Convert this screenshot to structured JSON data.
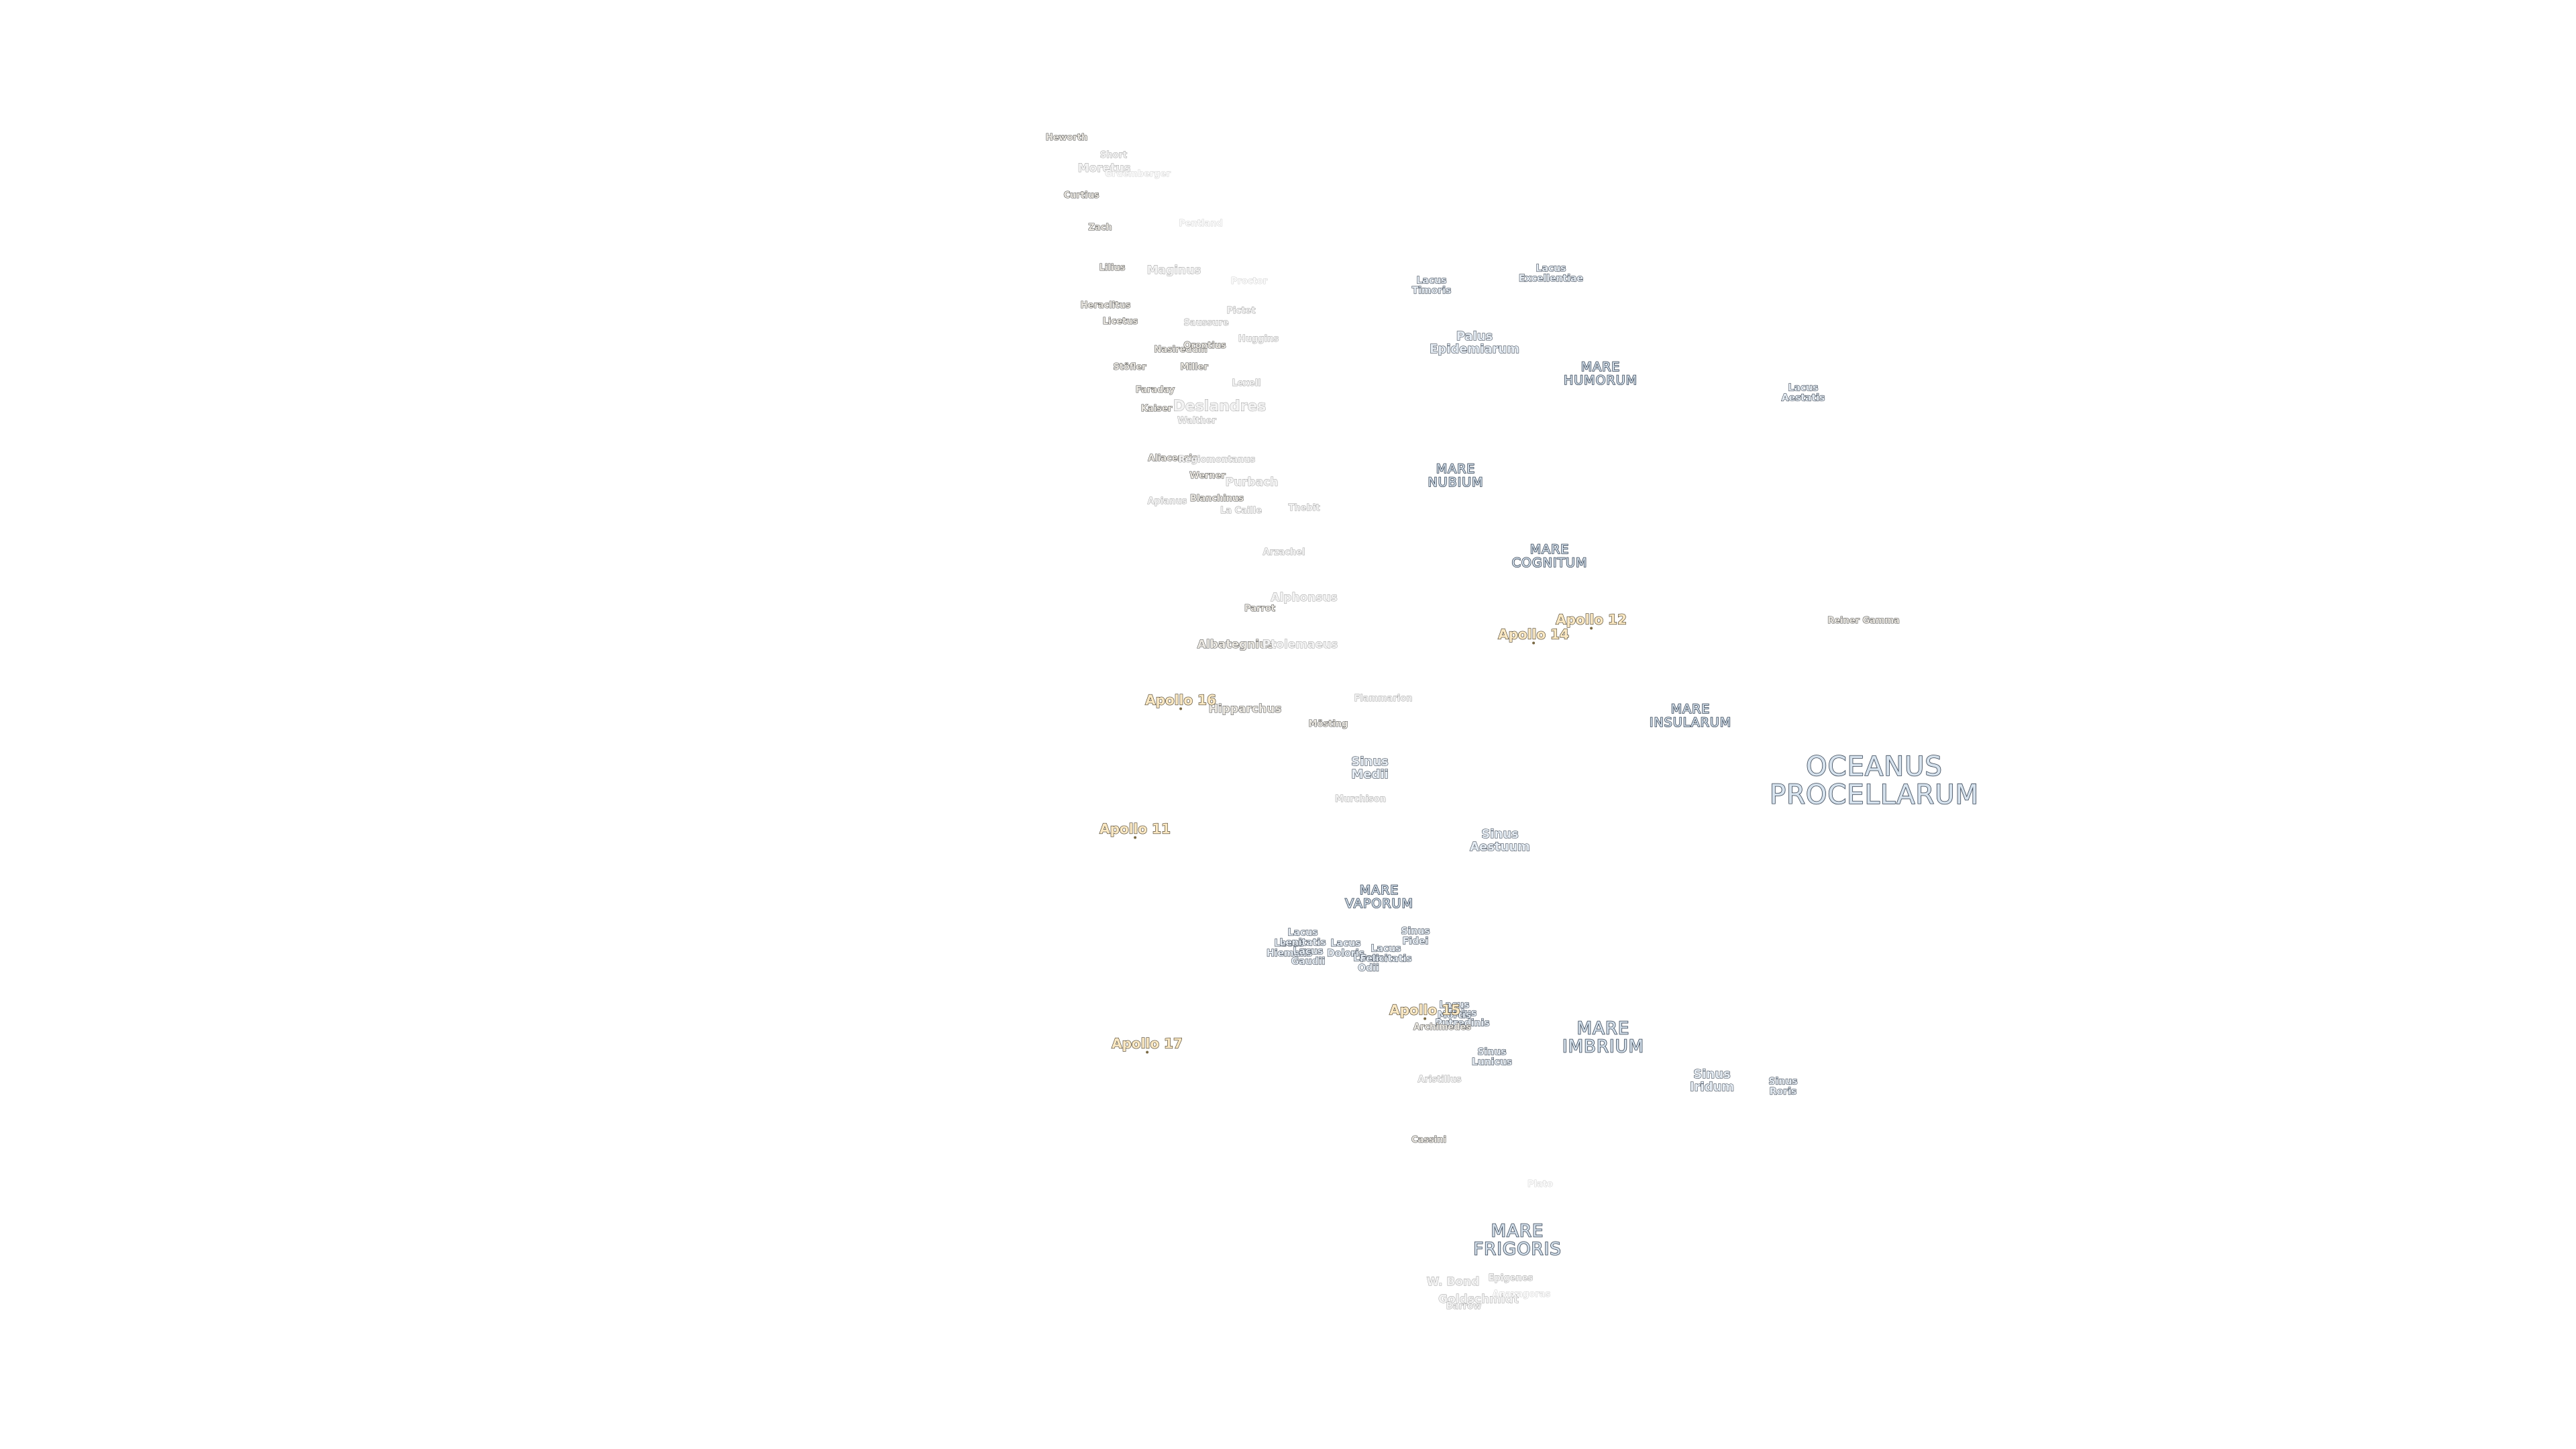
{
  "maria": [
    {
      "id": "oceanus-procellarum",
      "label": "OCEANUS\nPROCELLARUM",
      "size": "xl"
    },
    {
      "id": "mare-imbrium",
      "label": "MARE\nIMBRIUM",
      "size": "md"
    },
    {
      "id": "mare-frigoris",
      "label": "MARE\nFRIGORIS",
      "size": "md"
    },
    {
      "id": "mare-nubium",
      "label": "MARE\nNUBIUM",
      "size": "md"
    },
    {
      "id": "mare-humorum",
      "label": "MARE\nHUMORUM",
      "size": "sm"
    },
    {
      "id": "mare-cognitum",
      "label": "MARE\nCOGNITUM",
      "size": "sm"
    },
    {
      "id": "mare-insularum",
      "label": "MARE\nINSULARUM",
      "size": "sm"
    },
    {
      "id": "mare-vaporum",
      "label": "MARE\nVAPORUM",
      "size": "sm"
    }
  ],
  "features": [
    {
      "id": "lacus-timoris",
      "label": "Lacus\nTimoris"
    },
    {
      "id": "lacus-excellentiae",
      "label": "Lacus\nExcellentiae"
    },
    {
      "id": "palus-epidemiarum",
      "label": "Palus\nEpidemiarum",
      "size": "md"
    },
    {
      "id": "lacus-aestatis",
      "label": "Lacus\nAestatis"
    },
    {
      "id": "sinus-medii",
      "label": "Sinus\nMedii"
    },
    {
      "id": "sinus-aestuum",
      "label": "Sinus\nAestuum",
      "size": "md"
    },
    {
      "id": "lacus-hiemalis",
      "label": "Lacus\nHiemalis"
    },
    {
      "id": "lacus-lenitatis",
      "label": "Lacus\nLenitatis"
    },
    {
      "id": "lacus-gaudii",
      "label": "Lacus\nGaudii"
    },
    {
      "id": "lacus-doloris",
      "label": "Lacus\nDoloris"
    },
    {
      "id": "lacus-odii",
      "label": "Lacus\nOdii"
    },
    {
      "id": "sinus-fidei",
      "label": "Sinus\nFidei"
    },
    {
      "id": "lacus-felicitatis",
      "label": "Lacus\nFelicitatis"
    },
    {
      "id": "palus-putredinis",
      "label": "Palus\nPutredinis"
    },
    {
      "id": "sinus-lunicus",
      "label": "Sinus\nLunicus"
    },
    {
      "id": "sinus-iridum",
      "label": "Sinus\nIridum"
    },
    {
      "id": "sinus-roris",
      "label": "Sinus\nRoris"
    },
    {
      "id": "lacus-mortis",
      "label": "Lacus\nMortis"
    }
  ],
  "craters": [
    {
      "id": "hesiodus",
      "label": "Heworth",
      "tone": "normal"
    },
    {
      "id": "short",
      "label": "Short",
      "tone": "faint"
    },
    {
      "id": "moretus",
      "label": "Moretus",
      "tone": "faint",
      "size": "md"
    },
    {
      "id": "cysatus",
      "label": "Gruemberger",
      "tone": "vfaint"
    },
    {
      "id": "curtius",
      "label": "Curtius",
      "tone": "normal"
    },
    {
      "id": "zach",
      "label": "Zach",
      "tone": "normal"
    },
    {
      "id": "pentland",
      "label": "Pentland",
      "tone": "vfaint"
    },
    {
      "id": "lilius",
      "label": "Lilius",
      "tone": "normal"
    },
    {
      "id": "maginus",
      "label": "Maginus",
      "tone": "faint",
      "size": "md"
    },
    {
      "id": "proctor",
      "label": "Proctor",
      "tone": "vfaint"
    },
    {
      "id": "heraclitus",
      "label": "Heraclitus",
      "tone": "normal"
    },
    {
      "id": "licetus",
      "label": "Licetus",
      "tone": "normal"
    },
    {
      "id": "pictet",
      "label": "Pictet",
      "tone": "faint"
    },
    {
      "id": "saussure",
      "label": "Saussure",
      "tone": "faint"
    },
    {
      "id": "stofler",
      "label": "Stöfler",
      "tone": "normal"
    },
    {
      "id": "nasireddin",
      "label": "Nasireddin",
      "tone": "normal"
    },
    {
      "id": "orontius",
      "label": "Orontius",
      "tone": "normal"
    },
    {
      "id": "huggins",
      "label": "Huggins",
      "tone": "faint"
    },
    {
      "id": "miller",
      "label": "Miller",
      "tone": "normal"
    },
    {
      "id": "faraday",
      "label": "Faraday",
      "tone": "normal"
    },
    {
      "id": "lexell",
      "label": "Lexell",
      "tone": "faint"
    },
    {
      "id": "kaiser",
      "label": "Kaiser",
      "tone": "normal"
    },
    {
      "id": "deslandres",
      "label": "Deslandres",
      "tone": "faint",
      "size": "lg"
    },
    {
      "id": "walther",
      "label": "Walther",
      "tone": "faint"
    },
    {
      "id": "aliacensis",
      "label": "Aliacensis",
      "tone": "normal"
    },
    {
      "id": "regiomontanus",
      "label": "Regiomontanus",
      "tone": "faint"
    },
    {
      "id": "werner",
      "label": "Werner",
      "tone": "normal"
    },
    {
      "id": "purbach",
      "label": "Purbach",
      "tone": "faint",
      "size": "md"
    },
    {
      "id": "apianus",
      "label": "Apianus",
      "tone": "faint"
    },
    {
      "id": "blanchinus",
      "label": "Blanchinus",
      "tone": "normal"
    },
    {
      "id": "la-caille",
      "label": "La Caille",
      "tone": "faint"
    },
    {
      "id": "thebit",
      "label": "Thebit",
      "tone": "faint"
    },
    {
      "id": "arzachel",
      "label": "Arzachel",
      "tone": "faint"
    },
    {
      "id": "alphonsus",
      "label": "Alphonsus",
      "tone": "faint",
      "size": "md"
    },
    {
      "id": "parrot",
      "label": "Parrot",
      "tone": "normal"
    },
    {
      "id": "albategnius",
      "label": "Albategnius",
      "tone": "normal",
      "size": "md"
    },
    {
      "id": "ptolemaeus",
      "label": "Ptolemaeus",
      "tone": "faint",
      "size": "md"
    },
    {
      "id": "hipparchus",
      "label": "Hipparchus",
      "tone": "normal",
      "size": "md"
    },
    {
      "id": "flammarion",
      "label": "Flammarion",
      "tone": "faint"
    },
    {
      "id": "mosting",
      "label": "Mösting",
      "tone": "normal"
    },
    {
      "id": "murchison",
      "label": "Murchison",
      "tone": "faint"
    },
    {
      "id": "reiner-gamma",
      "label": "Reiner Gamma",
      "tone": "normal"
    },
    {
      "id": "archimedes",
      "label": "Archimedes",
      "tone": "normal"
    },
    {
      "id": "aristillus",
      "label": "Aristillus",
      "tone": "faint"
    },
    {
      "id": "cassini",
      "label": "Cassini",
      "tone": "normal"
    },
    {
      "id": "plato",
      "label": "Plato",
      "tone": "vfaint"
    },
    {
      "id": "w-bond",
      "label": "W. Bond",
      "tone": "faint",
      "size": "md"
    },
    {
      "id": "epigenes",
      "label": "Epigenes",
      "tone": "faint"
    },
    {
      "id": "goldschmidt",
      "label": "Goldschmidt",
      "tone": "faint",
      "size": "md"
    },
    {
      "id": "barrow",
      "label": "Barrow",
      "tone": "faint"
    },
    {
      "id": "anaxagoras",
      "label": "Anaxagoras",
      "tone": "vfaint"
    }
  ],
  "apollo_sites": [
    {
      "id": "apollo-11",
      "label": "Apollo 11"
    },
    {
      "id": "apollo-12",
      "label": "Apollo 12"
    },
    {
      "id": "apollo-14",
      "label": "Apollo 14"
    },
    {
      "id": "apollo-15",
      "label": "Apollo 15"
    },
    {
      "id": "apollo-16",
      "label": "Apollo 16"
    },
    {
      "id": "apollo-17",
      "label": "Apollo 17"
    }
  ]
}
